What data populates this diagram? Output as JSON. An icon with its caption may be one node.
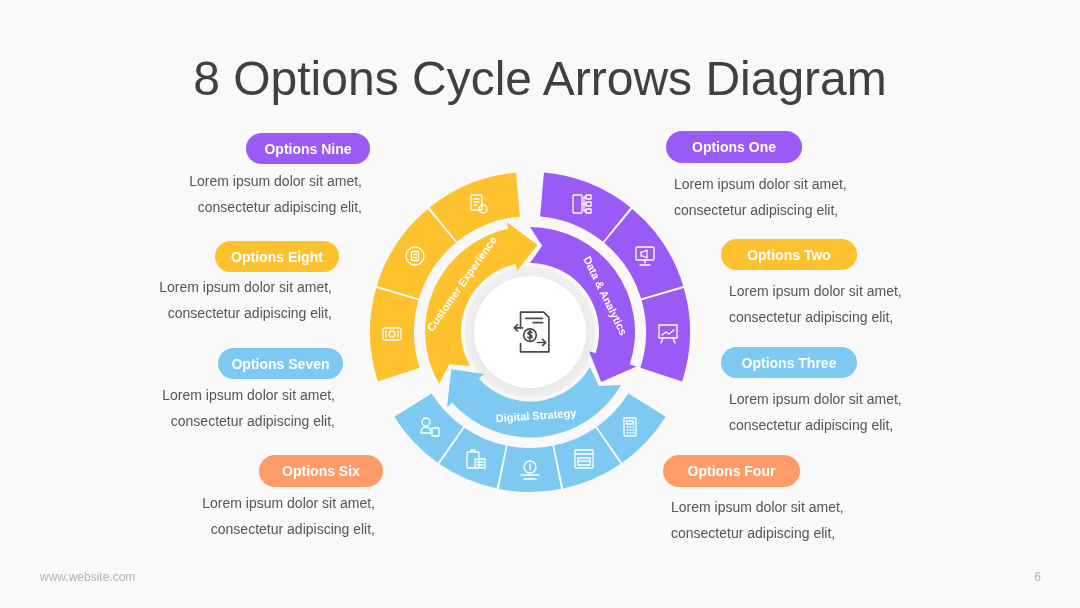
{
  "diagram": {
    "title": "8 Options Cycle Arrows Diagram",
    "nodes": [
      {
        "text": [
          "Options Nine"
        ],
        "beside": [
          "Lorem ipsum dolor sit amet, consectetur adipiscing elit,"
        ]
      },
      {
        "text": [
          "Options Eight"
        ],
        "beside": [
          "Lorem ipsum dolor sit amet, consectetur adipiscing elit,"
        ]
      },
      {
        "text": [
          "Options Seven"
        ],
        "beside": [
          "Lorem ipsum dolor sit amet, consectetur adipiscing elit,"
        ]
      },
      {
        "text": [
          "Options Six"
        ],
        "beside": [
          "Lorem ipsum dolor sit amet, consectetur adipiscing elit,"
        ]
      },
      {
        "text": [
          "Customer Experience"
        ]
      },
      {
        "text": [
          "Data & Analytics"
        ]
      },
      {
        "text": [
          "Digital Strategy"
        ]
      },
      {
        "text": [
          "Options One"
        ],
        "beside": [
          "Lorem ipsum dolor sit amet, consectetur adipiscing elit,"
        ]
      },
      {
        "text": [
          "Options Two"
        ],
        "beside": [
          "Lorem ipsum dolor sit amet, consectetur adipiscing elit,"
        ]
      },
      {
        "text": [
          "Options Three"
        ],
        "beside": [
          "Lorem ipsum dolor sit amet, consectetur adipiscing elit,"
        ]
      },
      {
        "text": [
          "Options Four"
        ],
        "beside": [
          "Lorem ipsum dolor sit amet, consectetur adipiscing elit,"
        ]
      }
    ],
    "labels": [
      "www.website.com",
      "6"
    ]
  }
}
